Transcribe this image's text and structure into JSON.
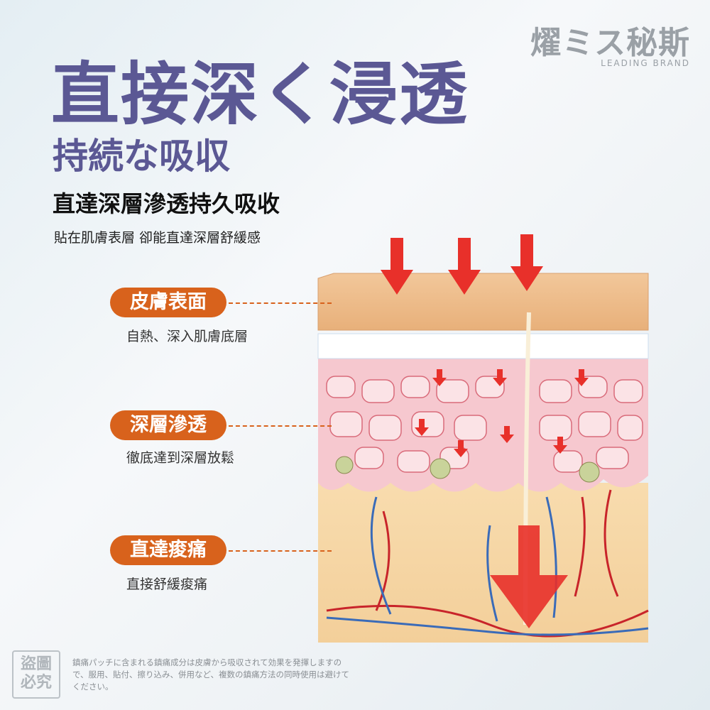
{
  "logo": {
    "brand": "燿ミス秘斯",
    "tagline": "LEADING BRAND"
  },
  "title": "直接深く浸透",
  "subtitle": "持続な吸収",
  "headline": "直達深層滲透持久吸收",
  "description": "貼在肌膚表層 卻能直達深層舒緩感",
  "layers": [
    {
      "label": "皮膚表面",
      "text": "自熱、深入肌膚底層"
    },
    {
      "label": "深層滲透",
      "text": "徹底達到深層放鬆"
    },
    {
      "label": "直達痠痛",
      "text": "直接舒緩痠痛"
    }
  ],
  "stamp": "盜圖必究",
  "note": "鎮痛パッチに含まれる鎮痛成分は皮膚から吸収されて効果を発揮しますので、服用、貼付、擦り込み、併用など、複数の鎮痛方法の同時使用は避けてください。",
  "colors": {
    "title": "#5b5894",
    "accent": "#d8621c",
    "arrow": "#e8302a"
  }
}
